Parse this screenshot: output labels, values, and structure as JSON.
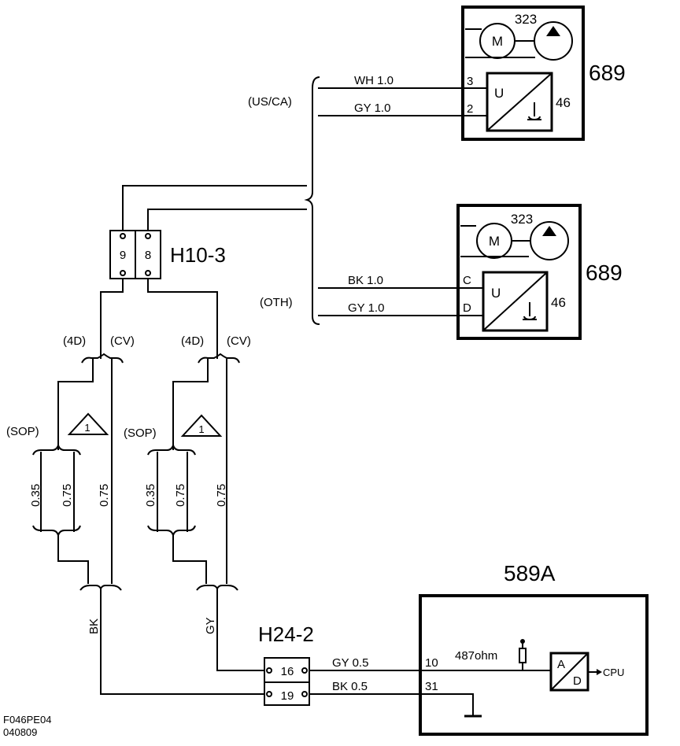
{
  "components": {
    "sensor_top": {
      "id": "689",
      "motor": "M",
      "pump_label": "323",
      "sensor": "U",
      "sensor_id": "46",
      "pins": [
        "3",
        "2"
      ]
    },
    "sensor_bottom": {
      "id": "689",
      "motor": "M",
      "pump_label": "323",
      "sensor": "U",
      "sensor_id": "46",
      "pins": [
        "C",
        "D"
      ]
    },
    "module": {
      "id": "589A",
      "pins": [
        "10",
        "31"
      ],
      "resistor": "487ohm",
      "converter_a": "A",
      "converter_d": "D",
      "output": "CPU"
    }
  },
  "connectors": {
    "h10": {
      "id": "H10-3",
      "pins": [
        "9",
        "8"
      ]
    },
    "h24": {
      "id": "H24-2",
      "pins": [
        "16",
        "19"
      ]
    }
  },
  "variants": {
    "us_ca": "(US/CA)",
    "oth": "(OTH)",
    "fourd_left": "(4D)",
    "cv_left": "(CV)",
    "fourd_right": "(4D)",
    "cv_right": "(CV)",
    "sop_left": "(SOP)",
    "sop_right": "(SOP)",
    "note_symbol": "1"
  },
  "wires": {
    "wh_top": "WH 1.0",
    "gy_top": "GY  1.0",
    "bk_bottom": "BK 1.0",
    "gy_bottom": "GY  1.0",
    "gy_module": "GY   0.5",
    "bk_module": "BK   0.5",
    "bk_main": "BK",
    "gy_main": "GY",
    "sizes": [
      "0.35",
      "0.75",
      "0.75"
    ]
  },
  "footer": {
    "code": "F046PE04",
    "date": "040809"
  }
}
